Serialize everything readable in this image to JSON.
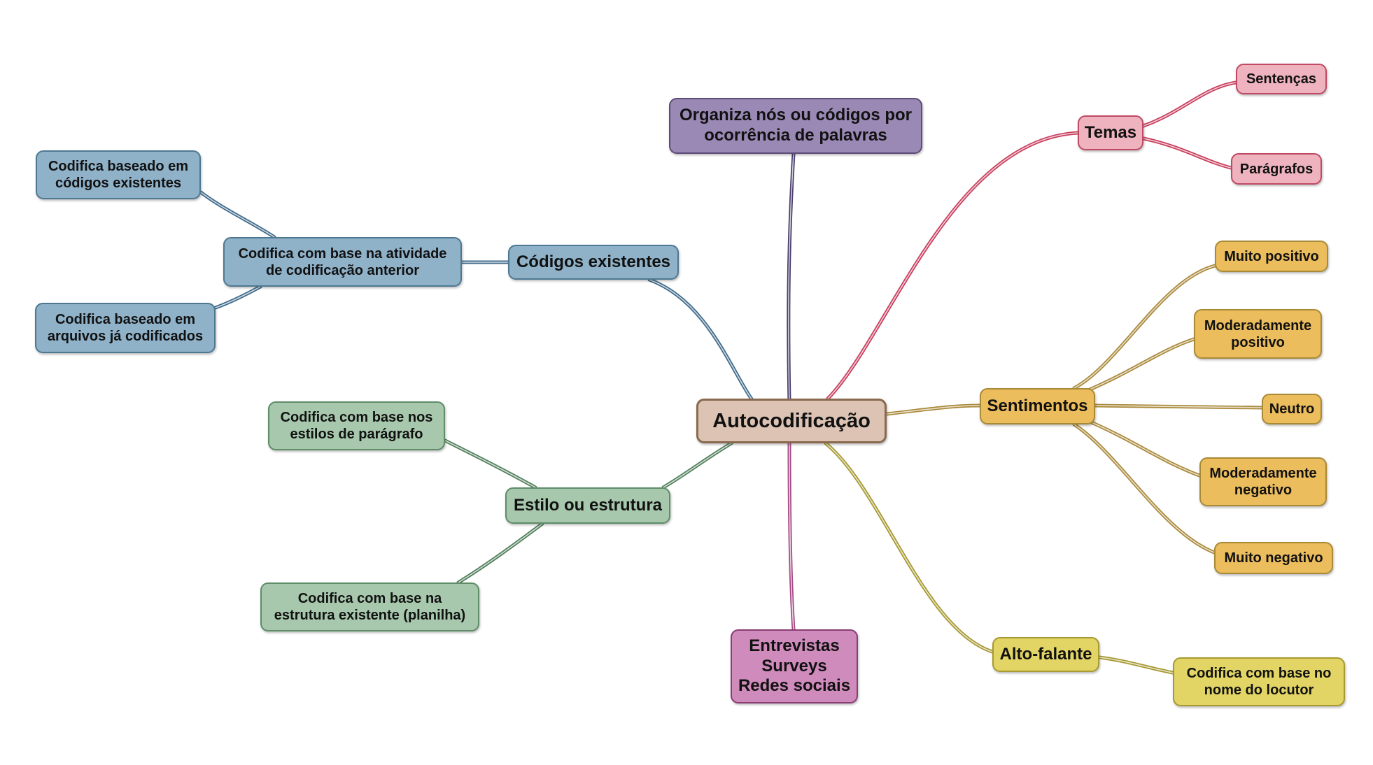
{
  "diagram": {
    "colors": {
      "root_fill": "#dcc3b4",
      "root_border": "#8a6a4f",
      "blue_fill": "#8fb2c9",
      "blue_border": "#4e7892",
      "blue_edge": "#3f6a8a",
      "green_fill": "#a7c8ad",
      "green_border": "#5e8d68",
      "green_edge": "#4f7e5a",
      "purple_fill": "#9b89b5",
      "purple_border": "#5c4c78",
      "purple_edge": "#4a3e6c",
      "magenta_fill": "#cf8bbb",
      "magenta_border": "#8c3d74",
      "magenta_edge": "#a54a86",
      "pink_fill": "#eeb3bf",
      "pink_border": "#c04a63",
      "pink_edge": "#c83d5c",
      "orange_fill": "#ecbd5d",
      "orange_border": "#a98a36",
      "orange_edge": "#a9893a",
      "yellow_fill": "#e2d565",
      "yellow_border": "#a79a31",
      "yellow_edge": "#a5972f"
    },
    "root": {
      "label": "Autocodificação"
    },
    "organiza": {
      "label": "Organiza nós ou códigos por\nocorrência de palavras"
    },
    "entrevistas": {
      "label": "Entrevistas\nSurveys\nRedes sociais"
    },
    "codigos": {
      "label": "Códigos existentes",
      "atividade": {
        "label": "Codifica com base na atividade\nde codificação anterior",
        "children": [
          {
            "label": "Codifica baseado em\ncódigos existentes"
          },
          {
            "label": "Codifica baseado em\narquivos já codificados"
          }
        ]
      }
    },
    "estilo": {
      "label": "Estilo ou estrutura",
      "children": [
        {
          "label": "Codifica com base nos\nestilos de parágrafo"
        },
        {
          "label": "Codifica com base na\nestrutura existente (planilha)"
        }
      ]
    },
    "temas": {
      "label": "Temas",
      "children": [
        {
          "label": "Sentenças"
        },
        {
          "label": "Parágrafos"
        }
      ]
    },
    "sentimentos": {
      "label": "Sentimentos",
      "children": [
        {
          "label": "Muito positivo"
        },
        {
          "label": "Moderadamente\npositivo"
        },
        {
          "label": "Neutro"
        },
        {
          "label": "Moderadamente\nnegativo"
        },
        {
          "label": "Muito negativo"
        }
      ]
    },
    "altofalante": {
      "label": "Alto-falante",
      "children": [
        {
          "label": "Codifica com base no\nnome do locutor"
        }
      ]
    }
  }
}
